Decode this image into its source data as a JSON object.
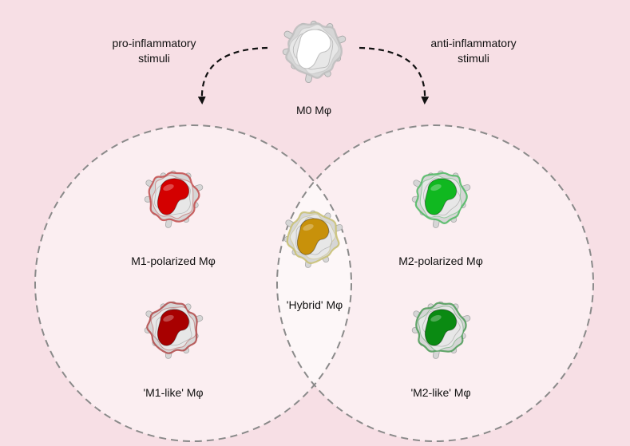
{
  "labels": {
    "pro_stimuli": "pro-inflammatory\nstimuli",
    "anti_stimuli": "anti-inflammatory\nstimuli",
    "m0": "M0 Mφ",
    "m1_polarized": "M1-polarized Mφ",
    "m1_like": "'M1-like' Mφ",
    "hybrid": "'Hybrid' Mφ",
    "m2_polarized": "M2-polarized Mφ",
    "m2_like": "'M2-like' Mφ"
  },
  "colors": {
    "background": "#f7dfe5",
    "circle_fill": "#fbeef1",
    "overlap_fill": "#fdf7f8",
    "circle_stroke": "#8a8a8a",
    "cell_membrane": "#d6d6d6",
    "m0_nucleus": "#ffffff",
    "m1_nucleus": "#d40000",
    "m1_like_nucleus": "#a80000",
    "hybrid_nucleus": "#c8910a",
    "m2_nucleus": "#10b820",
    "m2_like_nucleus": "#0a8a12"
  },
  "cells": [
    {
      "id": "m0",
      "icon": "macrophage-icon",
      "nucleus_color": "#ffffff",
      "tint": "#bdbdbd"
    },
    {
      "id": "m1_polarized",
      "icon": "macrophage-icon",
      "nucleus_color": "#d40000",
      "tint": "#c24a4a"
    },
    {
      "id": "m1_like",
      "icon": "macrophage-icon",
      "nucleus_color": "#a80000",
      "tint": "#b04848"
    },
    {
      "id": "hybrid",
      "icon": "macrophage-icon",
      "nucleus_color": "#c8910a",
      "tint": "#c8c070"
    },
    {
      "id": "m2_polarized",
      "icon": "macrophage-icon",
      "nucleus_color": "#10b820",
      "tint": "#4cb860"
    },
    {
      "id": "m2_like",
      "icon": "macrophage-icon",
      "nucleus_color": "#0a8a12",
      "tint": "#4a9a55"
    }
  ]
}
